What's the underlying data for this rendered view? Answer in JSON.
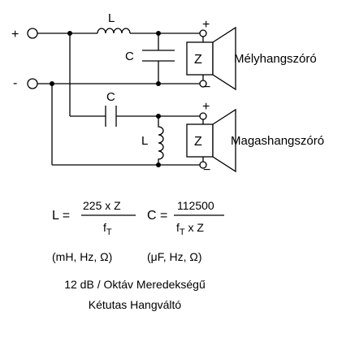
{
  "terminals": {
    "plus": "+",
    "minus": "-"
  },
  "components": {
    "low_inductor": "L",
    "low_capacitor": "C",
    "high_capacitor": "C",
    "high_inductor": "L"
  },
  "speakers": {
    "woofer": {
      "label": "Mélyhangszóró",
      "symbol": "Z",
      "pos": "+",
      "neg": "−"
    },
    "tweeter": {
      "label": "Magashangszóró",
      "symbol": "Z",
      "pos": "+",
      "neg": "−"
    }
  },
  "formulas": {
    "L": {
      "lhs": "L =",
      "numerator": "225 x Z",
      "denominator": "f",
      "denominator_sub": "T"
    },
    "C": {
      "lhs": "C =",
      "numerator": "112500",
      "denominator": "f",
      "denominator_sub": "T",
      "denominator_rest": " x Z"
    }
  },
  "units": {
    "L": "(mH, Hz, Ω)",
    "C": "(μF, Hz, Ω)"
  },
  "caption": {
    "line1": "12 dB / Oktáv Meredekségű",
    "line2": "Kétutas Hangváltó"
  }
}
